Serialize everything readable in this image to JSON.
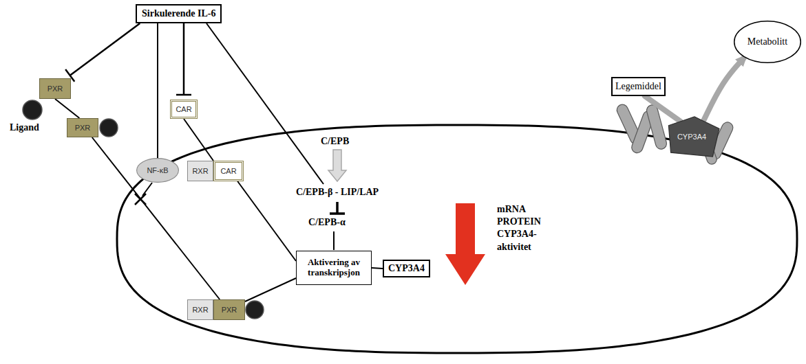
{
  "diagram": {
    "nodes": [
      {
        "text": [
          "Sirkulerende IL-6"
        ]
      },
      {
        "text": [
          "PXR"
        ]
      },
      {
        "text": [
          "PXR"
        ]
      },
      {
        "text": [
          "CAR"
        ]
      },
      {
        "text": [
          "NF-κB"
        ]
      },
      {
        "text": [
          "RXR"
        ]
      },
      {
        "text": [
          "CAR"
        ]
      },
      {
        "text": [
          "RXR"
        ]
      },
      {
        "text": [
          "PXR"
        ]
      },
      {
        "text": [
          "Aktivering av transkripsjon"
        ]
      },
      {
        "text": [
          "CYP3A4"
        ]
      },
      {
        "text": [
          "Legemiddel"
        ]
      },
      {
        "text": [
          "Metabolitt"
        ]
      },
      {
        "text": [
          "CYP3A4"
        ]
      }
    ],
    "edges": [
      {
        "from": 0,
        "to": 1,
        "arrow": "to"
      },
      {
        "from": 0,
        "to": 3,
        "arrow": "to"
      },
      {
        "from": 0,
        "to": 4,
        "arrow": "none"
      },
      {
        "from": 1,
        "to": 2,
        "arrow": "none"
      },
      {
        "from": 2,
        "to": 8,
        "arrow": "none"
      },
      {
        "from": 3,
        "to": 6,
        "arrow": "none"
      },
      {
        "from": 6,
        "to": 9,
        "arrow": "none"
      },
      {
        "from": 8,
        "to": 9,
        "arrow": "none"
      },
      {
        "from": 9,
        "to": 10,
        "arrow": "none"
      },
      {
        "from": 11,
        "to": 13,
        "arrow": "none"
      },
      {
        "from": 13,
        "to": 12,
        "arrow": "to"
      }
    ],
    "labels": [
      "Ligand",
      "C/EPB",
      "C/EPB-β - LIP/LAP",
      "C/EPB-α",
      "mRNA PROTEIN CYP3A4-aktivitet"
    ]
  }
}
